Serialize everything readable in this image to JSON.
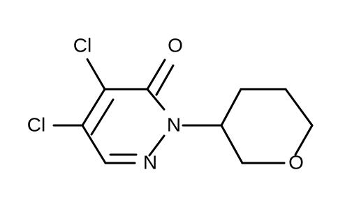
{
  "molecule": {
    "atoms": {
      "cl_top": "Cl",
      "cl_left": "Cl",
      "oxygen_carbonyl": "O",
      "nitrogen_ring": "N",
      "nitrogen_double": "N",
      "oxygen_ring": "O"
    }
  }
}
